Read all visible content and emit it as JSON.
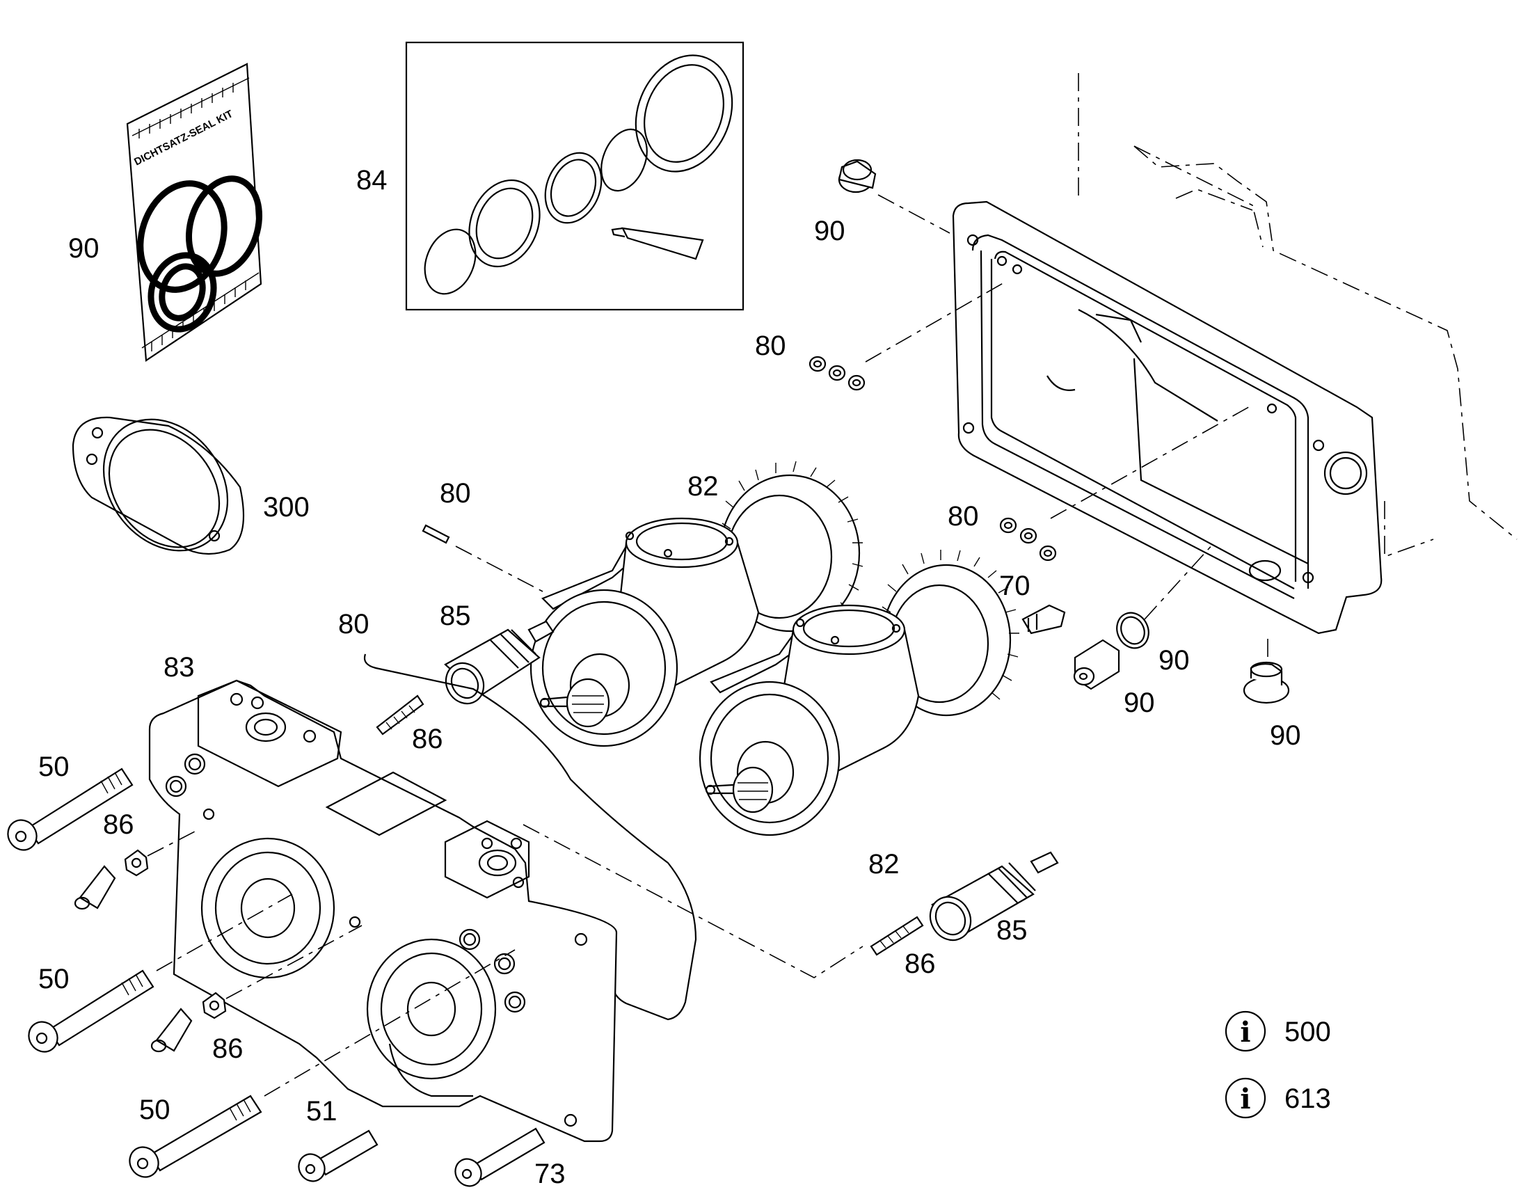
{
  "seal_kit_bag": {
    "text": "DICHTSATZ-SEAL KIT"
  },
  "labels": {
    "l90_bag": "90",
    "l84": "84",
    "l90_plug_top": "90",
    "l80_washers_top": "80",
    "l300": "300",
    "l80_pin": "80",
    "l82_top": "82",
    "l80_washers_mid": "80",
    "l70": "70",
    "l85_left": "85",
    "l80_wire": "80",
    "l90_oring": "90",
    "l90_plug_mid": "90",
    "l90_plug_right": "90",
    "l83": "83",
    "l86_left": "86",
    "l50_top": "50",
    "l86_nut_top": "86",
    "l82_bottom": "82",
    "l85_right": "85",
    "l86_right": "86",
    "l50_mid": "50",
    "l86_nut_bottom": "86",
    "l50_bottom": "50",
    "l51": "51",
    "l73": "73"
  },
  "info": [
    {
      "icon": "info-icon",
      "value": "500"
    },
    {
      "icon": "info-icon",
      "value": "613"
    }
  ]
}
